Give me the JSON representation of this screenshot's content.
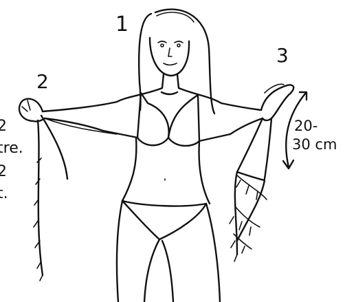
{
  "step_labels": {
    "one": "1",
    "two": "2",
    "three": "3"
  },
  "measurement": {
    "line1": "20-",
    "line2": "30 cm"
  },
  "left_margin_fragments": {
    "a": "2",
    "b": "tre.",
    "c": "2",
    "d": "t."
  },
  "colors": {
    "ink": "#111111",
    "paper": "#ffffff"
  }
}
